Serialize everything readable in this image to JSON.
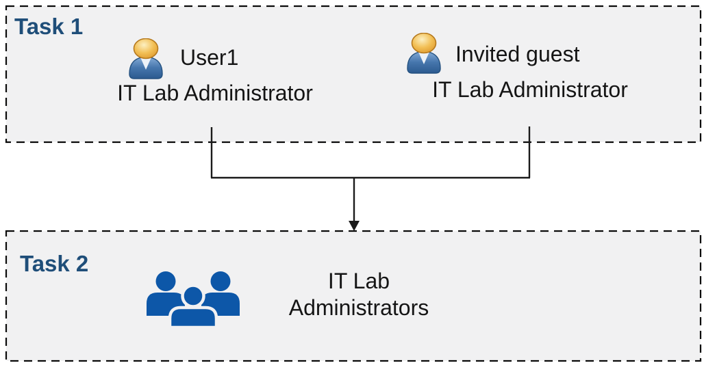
{
  "task1": {
    "label": "Task 1",
    "users": [
      {
        "name": "User1",
        "role": "IT Lab Administrator",
        "icon": "person-icon"
      },
      {
        "name": "Invited guest",
        "role": "IT Lab Administrator",
        "icon": "person-icon"
      }
    ]
  },
  "task2": {
    "label": "Task 2",
    "group": {
      "name_line1": "IT Lab",
      "name_line2": "Administrators",
      "icon": "people-group-icon"
    }
  },
  "connector": {
    "type": "merge-arrow",
    "from": [
      "User1",
      "Invited guest"
    ],
    "to": "IT Lab Administrators"
  },
  "colors": {
    "task_label": "#1F4E79",
    "text": "#151515",
    "box_fill": "#F1F1F2",
    "border": "#0A0A0A",
    "connector": "#1A1A1A",
    "group_blue": "#0D57A8",
    "person_head_gold": "#EDAF45",
    "person_body_blue": "#3C6EA5"
  }
}
